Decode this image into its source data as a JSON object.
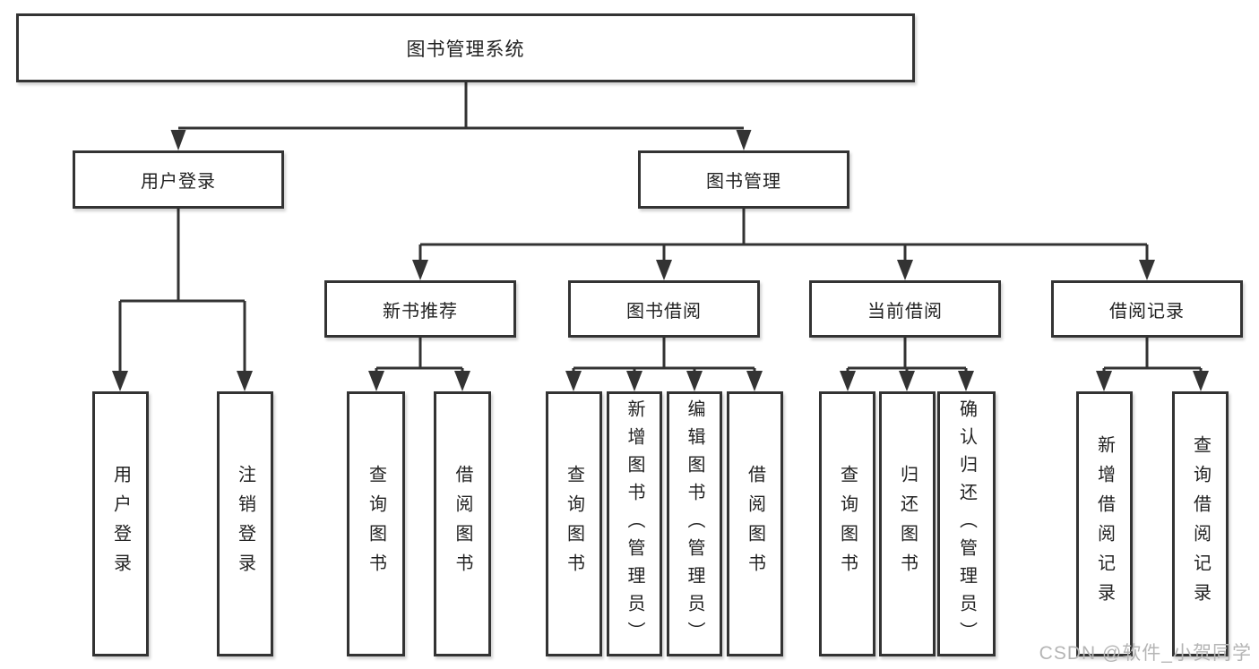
{
  "colors": {
    "line": "#333333",
    "box_fill": "#ffffff",
    "text": "#222222",
    "watermark": "#b5b5b5"
  },
  "nodes": {
    "root": {
      "label": "图书管理系统"
    },
    "user_login": {
      "label": "用户登录"
    },
    "book_mgmt": {
      "label": "图书管理"
    },
    "new_book_rec": {
      "label": "新书推荐"
    },
    "book_borrow": {
      "label": "图书借阅"
    },
    "current_borrow": {
      "label": "当前借阅"
    },
    "borrow_records": {
      "label": "借阅记录"
    },
    "leaf_user_login": {
      "label": "用户登录"
    },
    "leaf_logout": {
      "label": "注销登录"
    },
    "leaf_nb_query": {
      "label": "查询图书"
    },
    "leaf_nb_borrow": {
      "label": "借阅图书"
    },
    "leaf_bb_query": {
      "label": "查询图书"
    },
    "leaf_bb_add": {
      "label": "新增图书（管理员）"
    },
    "leaf_bb_edit": {
      "label": "编辑图书（管理员）"
    },
    "leaf_bb_borrow": {
      "label": "借阅图书"
    },
    "leaf_cb_query": {
      "label": "查询图书"
    },
    "leaf_cb_return": {
      "label": "归还图书"
    },
    "leaf_cb_confirm": {
      "label": "确认归还（管理员）"
    },
    "leaf_br_add": {
      "label": "新增借阅记录"
    },
    "leaf_br_query": {
      "label": "查询借阅记录"
    }
  },
  "watermark": {
    "text": "CSDN @软件_小贺同学"
  }
}
